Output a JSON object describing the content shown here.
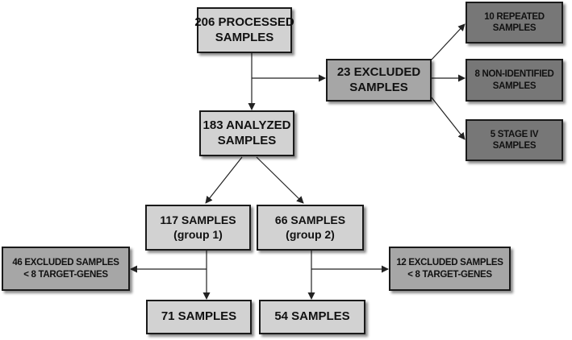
{
  "nodes": {
    "processed": {
      "lines": [
        "206 PROCESSED",
        "SAMPLES"
      ]
    },
    "excluded23": {
      "lines": [
        "23 EXCLUDED",
        "SAMPLES"
      ]
    },
    "repeated": {
      "lines": [
        "10 REPEATED",
        "SAMPLES"
      ]
    },
    "non_identified": {
      "lines": [
        "8 NON-IDENTIFIED",
        "SAMPLES"
      ]
    },
    "stage_iv": {
      "lines": [
        "5 STAGE IV",
        "SAMPLES"
      ]
    },
    "analyzed": {
      "lines": [
        "183 ANALYZED",
        "SAMPLES"
      ]
    },
    "group1": {
      "lines": [
        "117 SAMPLES",
        "(group 1)"
      ]
    },
    "group2": {
      "lines": [
        "66 SAMPLES",
        "(group 2)"
      ]
    },
    "excluded46": {
      "lines": [
        "46 EXCLUDED SAMPLES",
        "< 8 TARGET-GENES"
      ]
    },
    "excluded12": {
      "lines": [
        "12 EXCLUDED SAMPLES",
        "< 8 TARGET-GENES"
      ]
    },
    "samples71": {
      "lines": [
        "71 SAMPLES"
      ]
    },
    "samples54": {
      "lines": [
        "54 SAMPLES"
      ]
    }
  },
  "colors": {
    "light_fill": "#d2d2d2",
    "mid_fill": "#a6a6a6",
    "dark_fill": "#777777",
    "border": "#1a1a1a",
    "connector": "#222222"
  }
}
